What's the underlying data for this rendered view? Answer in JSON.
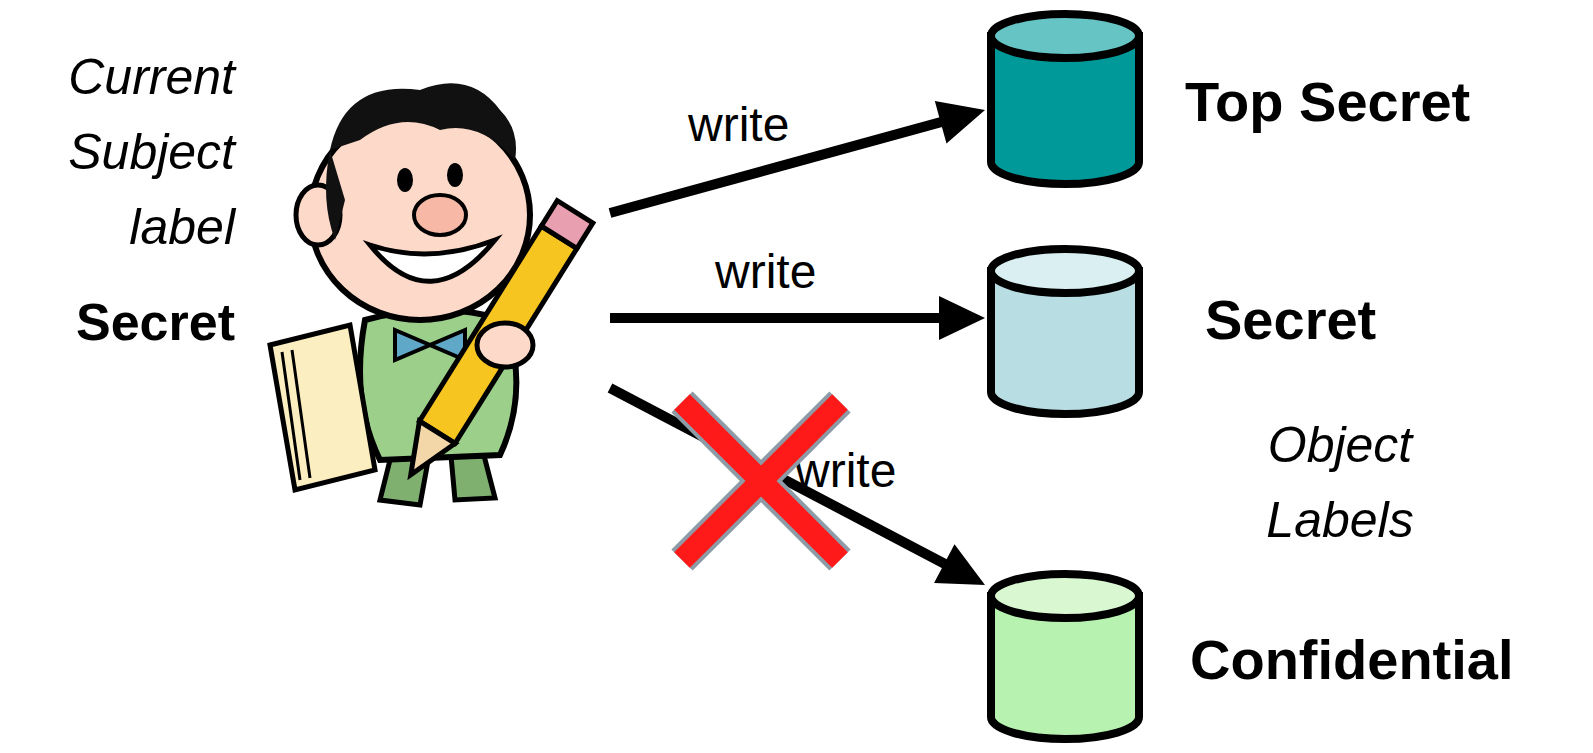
{
  "diagram": {
    "nodes": [
      {
        "text": [
          "Current Subject label",
          "Secret"
        ]
      },
      {
        "text": [
          "Top Secret"
        ]
      },
      {
        "text": [
          "Secret"
        ]
      },
      {
        "text": [
          "Confidential"
        ]
      }
    ],
    "edges": [
      {
        "from": 0,
        "to": 1,
        "label": "write",
        "arrow": "to"
      },
      {
        "from": 0,
        "to": 2,
        "label": "write",
        "arrow": "to"
      },
      {
        "from": 0,
        "to": 3,
        "label": "write",
        "arrow": "to"
      }
    ],
    "labels": [
      "Object Labels"
    ]
  }
}
